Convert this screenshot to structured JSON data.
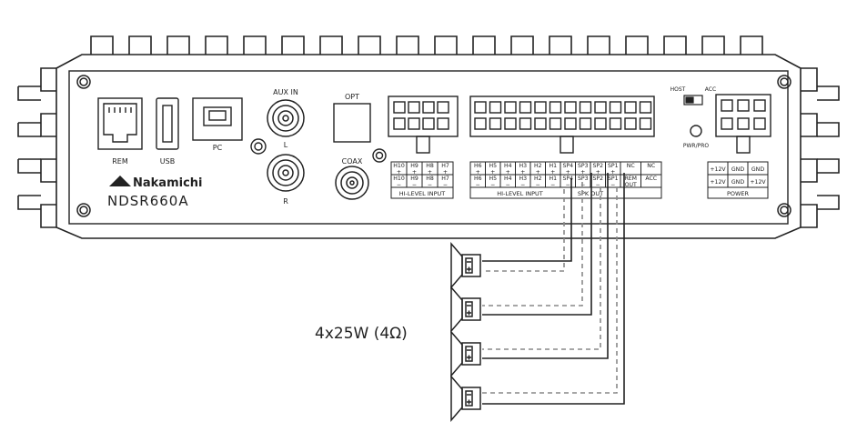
{
  "device": {
    "brand": "Nakamichi",
    "model": "NDSR660A"
  },
  "ports": {
    "rem": "REM",
    "usb": "USB",
    "pc": "PC",
    "aux_in": "AUX IN",
    "aux_l": "L",
    "aux_r": "R",
    "opt": "OPT",
    "coax": "COAX",
    "host": "HOST",
    "acc": "ACC",
    "pwr_pro": "PWR/PRO"
  },
  "hilevel_left": {
    "top": [
      "H10\n+",
      "H9\n+",
      "H8\n+",
      "H7\n+"
    ],
    "bottom": [
      "H10\n−",
      "H9\n−",
      "H8\n−",
      "H7\n−"
    ],
    "caption": "HI-LEVEL INPUT"
  },
  "hilevel_right": {
    "top": [
      "H6\n+",
      "H5\n+",
      "H4\n+",
      "H3\n+",
      "H2\n+",
      "H1\n+",
      "SP4\n+",
      "SP3\n+",
      "SP2\n+",
      "SP1\n+",
      "NC",
      "NC"
    ],
    "bottom": [
      "H6\n−",
      "H5\n−",
      "H4\n−",
      "H3\n−",
      "H2\n−",
      "H1\n−",
      "SP4\n−",
      "SP3\n−",
      "SP2\n−",
      "SP1\n−",
      "REM\nOUT",
      "ACC"
    ],
    "caption_input": "HI-LEVEL INPUT",
    "caption_spk": "SPK OUT"
  },
  "power_block": {
    "top": [
      "+12V",
      "GND",
      "GND"
    ],
    "bottom": [
      "+12V",
      "GND",
      "+12V"
    ],
    "caption": "POWER"
  },
  "output_spec": "4x25W (4Ω)",
  "colors": {
    "line": "#222222",
    "dash": "#888888"
  }
}
